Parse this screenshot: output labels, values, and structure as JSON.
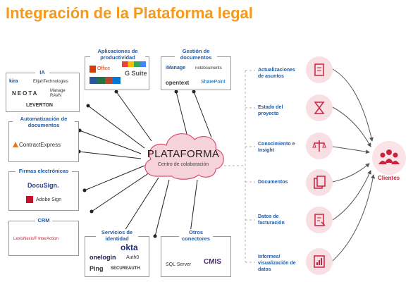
{
  "title": "Integración de la Plataforma legal",
  "center": {
    "title": "PLATAFORMA",
    "subtitle": "Centro de colaboración"
  },
  "groups": {
    "ia": {
      "label": "IA",
      "logos": [
        "kira",
        "ElijahTechnologies",
        "NEOTA",
        "Manage RAVN",
        "LEVERTON"
      ]
    },
    "automatizacion": {
      "label": "Automatización de documentos",
      "logos": [
        "ContractExpress"
      ]
    },
    "firmas": {
      "label": "Firmas electrónicas",
      "logos": [
        "DocuSign.",
        "Adobe Sign"
      ]
    },
    "crm": {
      "label": "CRM",
      "logos": [
        "LexisNexis® InterAction"
      ]
    },
    "productividad": {
      "label": "Aplicaciones de productividad",
      "logos": [
        "Office",
        "G Suite"
      ]
    },
    "gestion": {
      "label": "Gestión de documentos",
      "logos": [
        "iManage",
        "netdocuments",
        "opentext",
        "SharePoint"
      ]
    },
    "identidad": {
      "label": "Servicios de identidad",
      "logos": [
        "okta",
        "onelogin",
        "Auth0",
        "Ping",
        "SECUREAUTH"
      ]
    },
    "otros": {
      "label": "Otros conectores",
      "logos": [
        "SQL Server",
        "CMIS"
      ]
    }
  },
  "outputs": [
    {
      "label": "Actualizaciones de asuntos",
      "icon": "updates-icon"
    },
    {
      "label": "Estado del proyecto",
      "icon": "hourglass-icon"
    },
    {
      "label": "Conocimiento e Insight",
      "icon": "scales-icon"
    },
    {
      "label": "Documentos",
      "icon": "documents-icon"
    },
    {
      "label": "Datos de facturación",
      "icon": "invoice-icon"
    },
    {
      "label": "Informes/ visualización de datos",
      "icon": "report-icon"
    }
  ],
  "clients": {
    "label": "Clientes",
    "icon": "clients-group-icon"
  },
  "colors": {
    "title": "#f39a1e",
    "label": "#1f5aa6",
    "accent": "#c8233e",
    "iconBg": "#f7dfe3",
    "cloud": "#f6d3da"
  }
}
